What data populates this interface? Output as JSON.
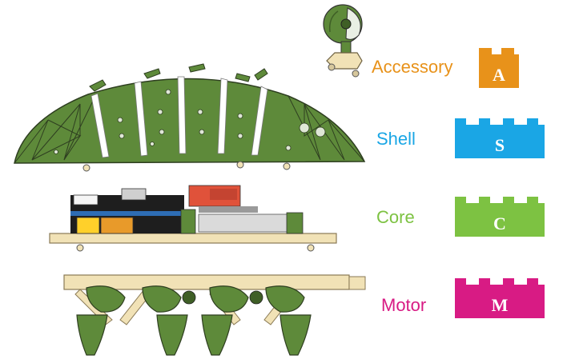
{
  "layers": [
    {
      "id": "accessory",
      "label": "Accessory",
      "letter": "A",
      "color": "#E8921A"
    },
    {
      "id": "shell",
      "label": "Shell",
      "letter": "S",
      "color": "#1AA6E5"
    },
    {
      "id": "core",
      "label": "Core",
      "letter": "C",
      "color": "#7DC242"
    },
    {
      "id": "motor",
      "label": "Motor",
      "letter": "M",
      "color": "#D81B84"
    }
  ],
  "illustration_colors": {
    "shell_green": "#5E8A3A",
    "shell_dark": "#3F5F26",
    "wood": "#F1E2B6",
    "wood_outline": "#8A7A55",
    "board_red": "#E0523A",
    "board_blue": "#2E6DB4",
    "board_orange": "#E89A2A"
  }
}
